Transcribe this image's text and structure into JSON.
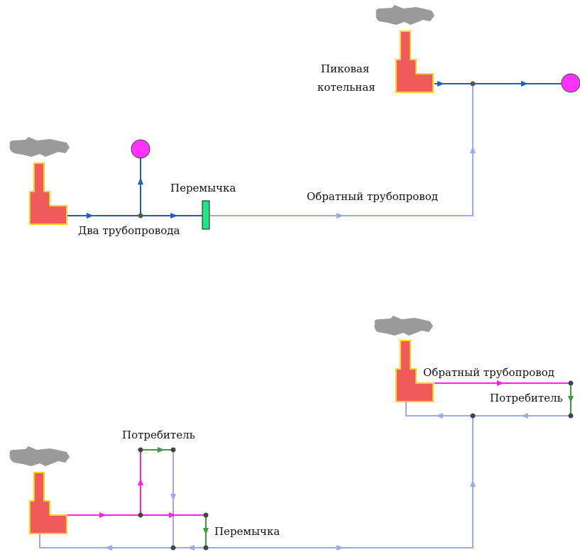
{
  "colors": {
    "supply_pipe": "#1f5fbf",
    "return_pipe": "#9fa6f2",
    "magenta_pipe": "#ff22ee",
    "consumer_pipe": "#3c9e3c",
    "boiler_fill": "#f05a5a",
    "boiler_stroke": "#ffd21f",
    "smoke": "#9a9a9a",
    "consumer_fill": "#ff33ff",
    "jumper_fill": "#22e28a",
    "node": "#555555"
  },
  "top_scheme": {
    "peak_boiler_label_line1": "Пиковая",
    "peak_boiler_label_line2": "котельная",
    "two_pipes_label": "Два трубопровода",
    "jumper_label": "Перемычка",
    "return_pipe_label": "Обратный трубопровод"
  },
  "bottom_scheme": {
    "return_pipe_label": "Обратный трубопровод",
    "consumer_right_label": "Потребитель",
    "consumer_left_label": "Потребитель",
    "jumper_label": "Перемычка"
  }
}
